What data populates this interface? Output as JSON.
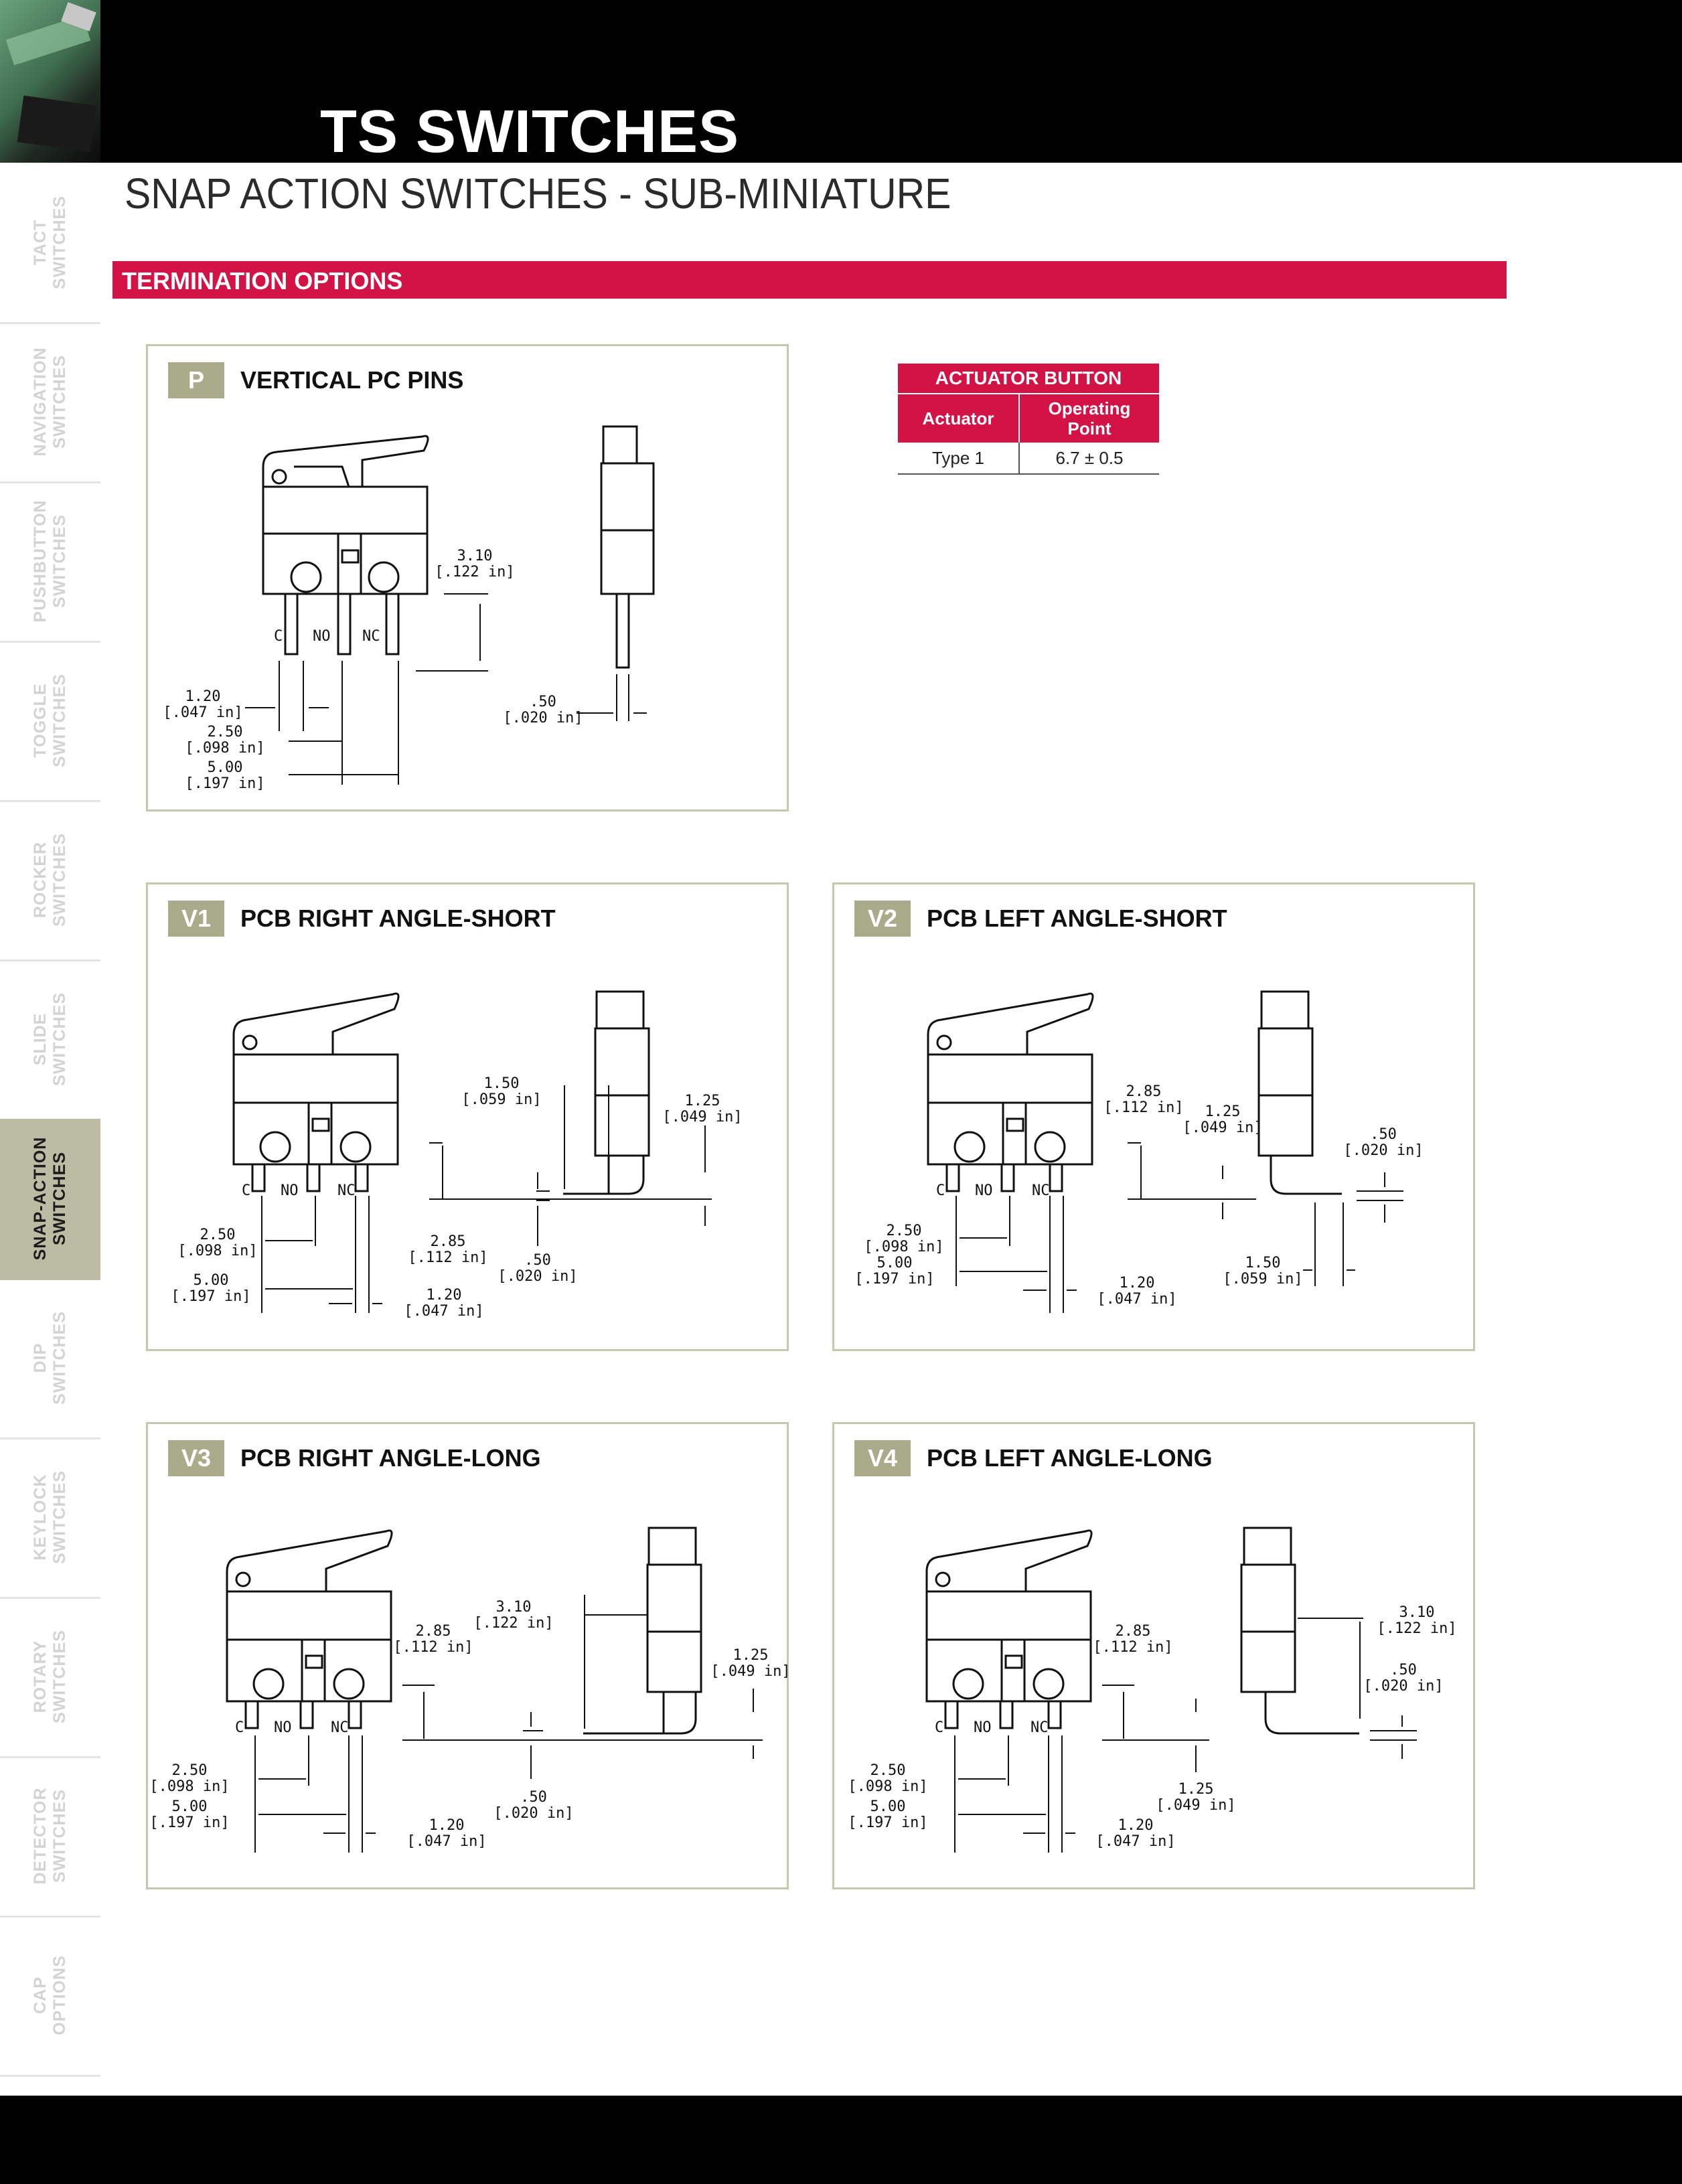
{
  "header": {
    "title": "TS SWITCHES",
    "subtitle": "SNAP ACTION SWITCHES - SUB-MINIATURE"
  },
  "section": {
    "title": "TERMINATION OPTIONS"
  },
  "sidebar": {
    "tabs": [
      {
        "label": "TACT\nSWITCHES",
        "active": false
      },
      {
        "label": "NAVIGATION\nSWITCHES",
        "active": false
      },
      {
        "label": "PUSHBUTTON\nSWITCHES",
        "active": false
      },
      {
        "label": "TOGGLE\nSWITCHES",
        "active": false
      },
      {
        "label": "ROCKER\nSWITCHES",
        "active": false
      },
      {
        "label": "SLIDE\nSWITCHES",
        "active": false
      },
      {
        "label": "SNAP-ACTION\nSWITCHES",
        "active": true
      },
      {
        "label": "DIP\nSWITCHES",
        "active": false
      },
      {
        "label": "KEYLOCK\nSWITCHES",
        "active": false
      },
      {
        "label": "ROTARY\nSWITCHES",
        "active": false
      },
      {
        "label": "DETECTOR\nSWITCHES",
        "active": false
      },
      {
        "label": "CAP\nOPTIONS",
        "active": false
      }
    ]
  },
  "actuator_table": {
    "caption": "ACTUATOR BUTTON",
    "headers": [
      "Actuator",
      "Operating Point"
    ],
    "rows": [
      [
        "Type 1",
        "6.7 ± 0.5"
      ]
    ]
  },
  "colors": {
    "accent": "#d31245",
    "badge": "#a9ab8b",
    "panel_border": "#c6c8ae",
    "active_tab": "#bbbca3"
  },
  "terminal_labels": {
    "c": "C",
    "no": "NO",
    "nc": "NC"
  },
  "options": [
    {
      "code": "P",
      "title": "VERTICAL PC PINS",
      "dims": [
        "3.10",
        "[.122 in]",
        "1.20",
        "[.047 in]",
        "2.50",
        "[.098 in]",
        "5.00",
        "[.197 in]",
        ".50",
        "[.020 in]"
      ]
    },
    {
      "code": "V1",
      "title": "PCB RIGHT ANGLE-SHORT",
      "dims": [
        "1.50",
        "[.059 in]",
        "1.25",
        "[.049 in]",
        "2.85",
        "[.112 in]",
        ".50",
        "[.020 in]",
        "2.50",
        "[.098 in]",
        "5.00",
        "[.197 in]",
        "1.20",
        "[.047 in]"
      ]
    },
    {
      "code": "V2",
      "title": "PCB LEFT ANGLE-SHORT",
      "dims": [
        "2.85",
        "[.112 in]",
        "1.25",
        "[.049 in]",
        ".50",
        "[.020 in]",
        "2.50",
        "[.098 in]",
        "5.00",
        "[.197 in]",
        "1.20",
        "[.047 in]",
        "1.50",
        "[.059 in]"
      ]
    },
    {
      "code": "V3",
      "title": "PCB RIGHT ANGLE-LONG",
      "dims": [
        "3.10",
        "[.122 in]",
        "2.85",
        "[.112 in]",
        "1.25",
        "[.049 in]",
        ".50",
        "[.020 in]",
        "2.50",
        "[.098 in]",
        "5.00",
        "[.197 in]",
        "1.20",
        "[.047 in]"
      ]
    },
    {
      "code": "V4",
      "title": "PCB LEFT ANGLE-LONG",
      "dims": [
        "2.85",
        "[.112 in]",
        "3.10",
        "[.122 in]",
        ".50",
        "[.020 in]",
        "1.25",
        "[.049 in]",
        "2.50",
        "[.098 in]",
        "5.00",
        "[.197 in]",
        "1.20",
        "[.047 in]"
      ]
    }
  ]
}
